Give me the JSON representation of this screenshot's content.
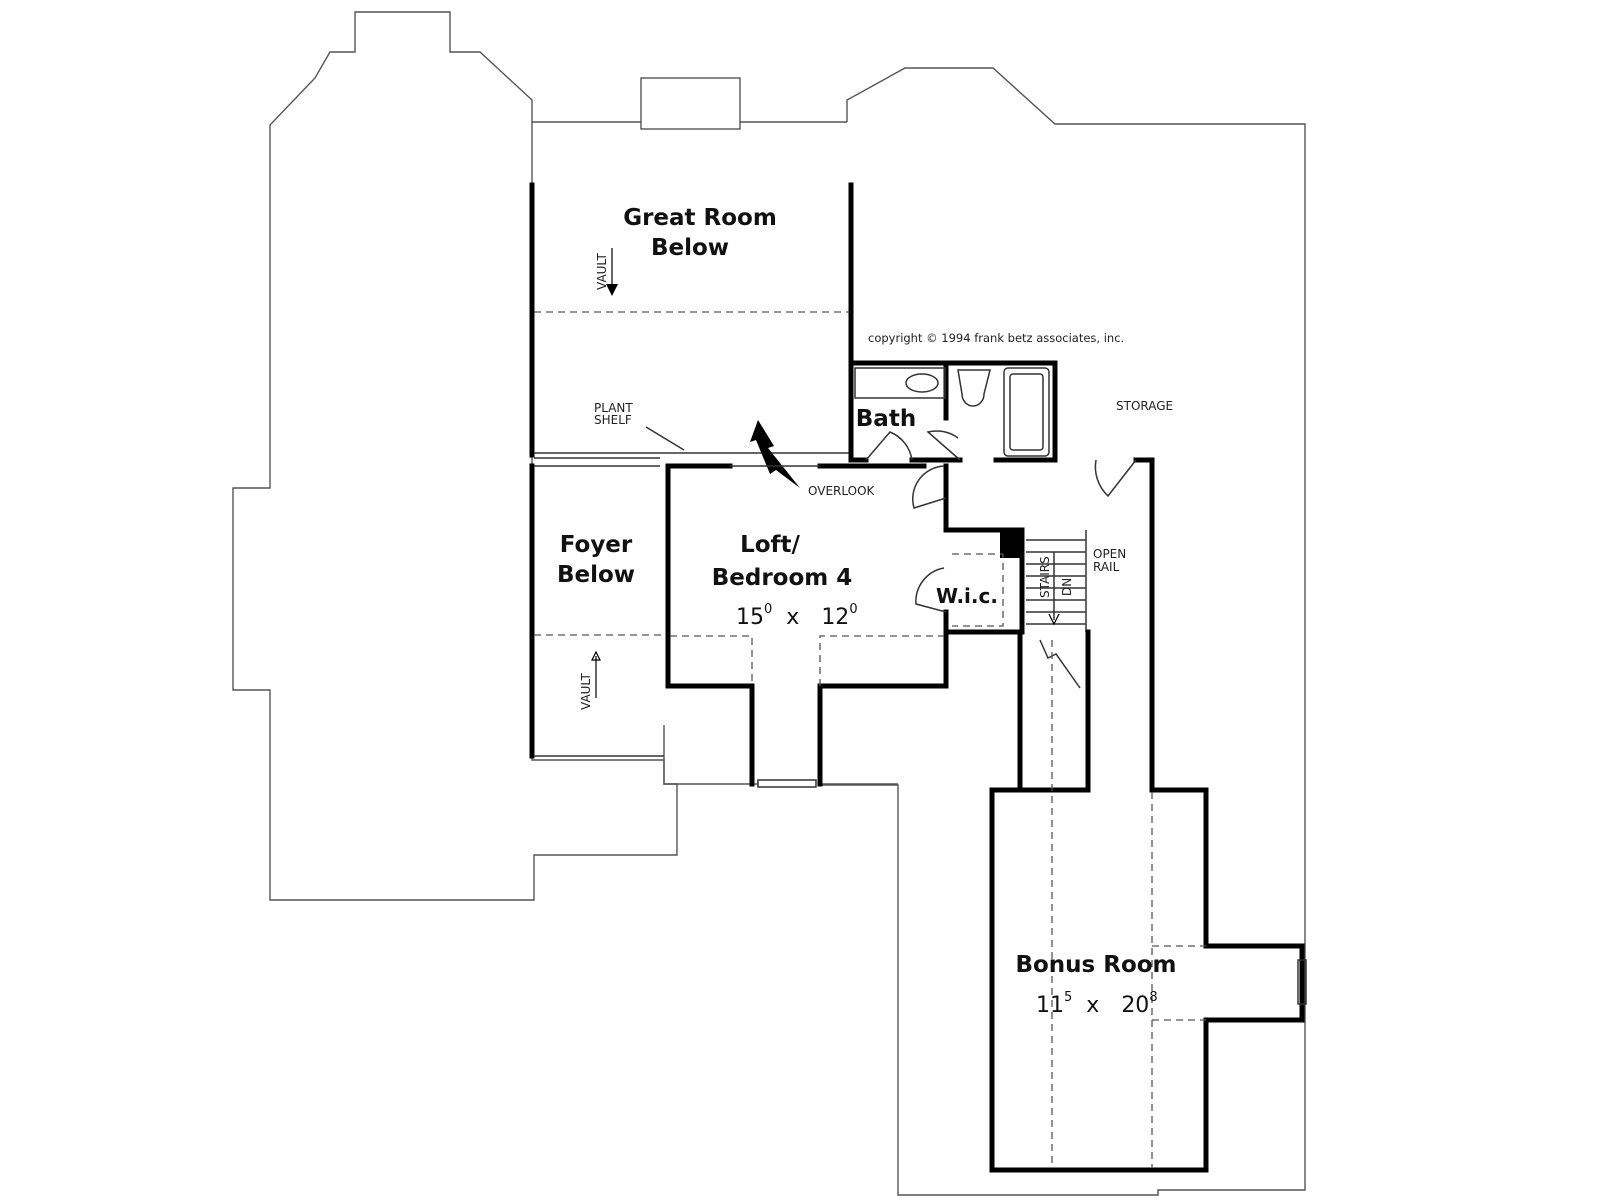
{
  "plan": {
    "rooms": {
      "great_room": {
        "line1": "Great Room",
        "line2": "Below"
      },
      "foyer": {
        "line1": "Foyer",
        "line2": "Below"
      },
      "loft": {
        "line1": "Loft/",
        "line2": "Bedroom 4",
        "width_ft": "15",
        "width_in": "0",
        "sep": "x",
        "depth_ft": "12",
        "depth_in": "0"
      },
      "bath": {
        "label": "Bath"
      },
      "wic": {
        "label": "W.i.c."
      },
      "bonus": {
        "label": "Bonus Room",
        "width_ft": "11",
        "width_in": "5",
        "sep": "x",
        "depth_ft": "20",
        "depth_in": "8"
      }
    },
    "labels": {
      "vault_top": "VAULT",
      "vault_bottom": "VAULT",
      "plant_shelf_1": "PLANT",
      "plant_shelf_2": "SHELF",
      "overlook": "OVERLOOK",
      "storage": "STORAGE",
      "open_rail_1": "OPEN",
      "open_rail_2": "RAIL",
      "stairs": "STAIRS",
      "down": "DN"
    },
    "copyright": "copyright © 1994 frank betz associates, inc."
  }
}
